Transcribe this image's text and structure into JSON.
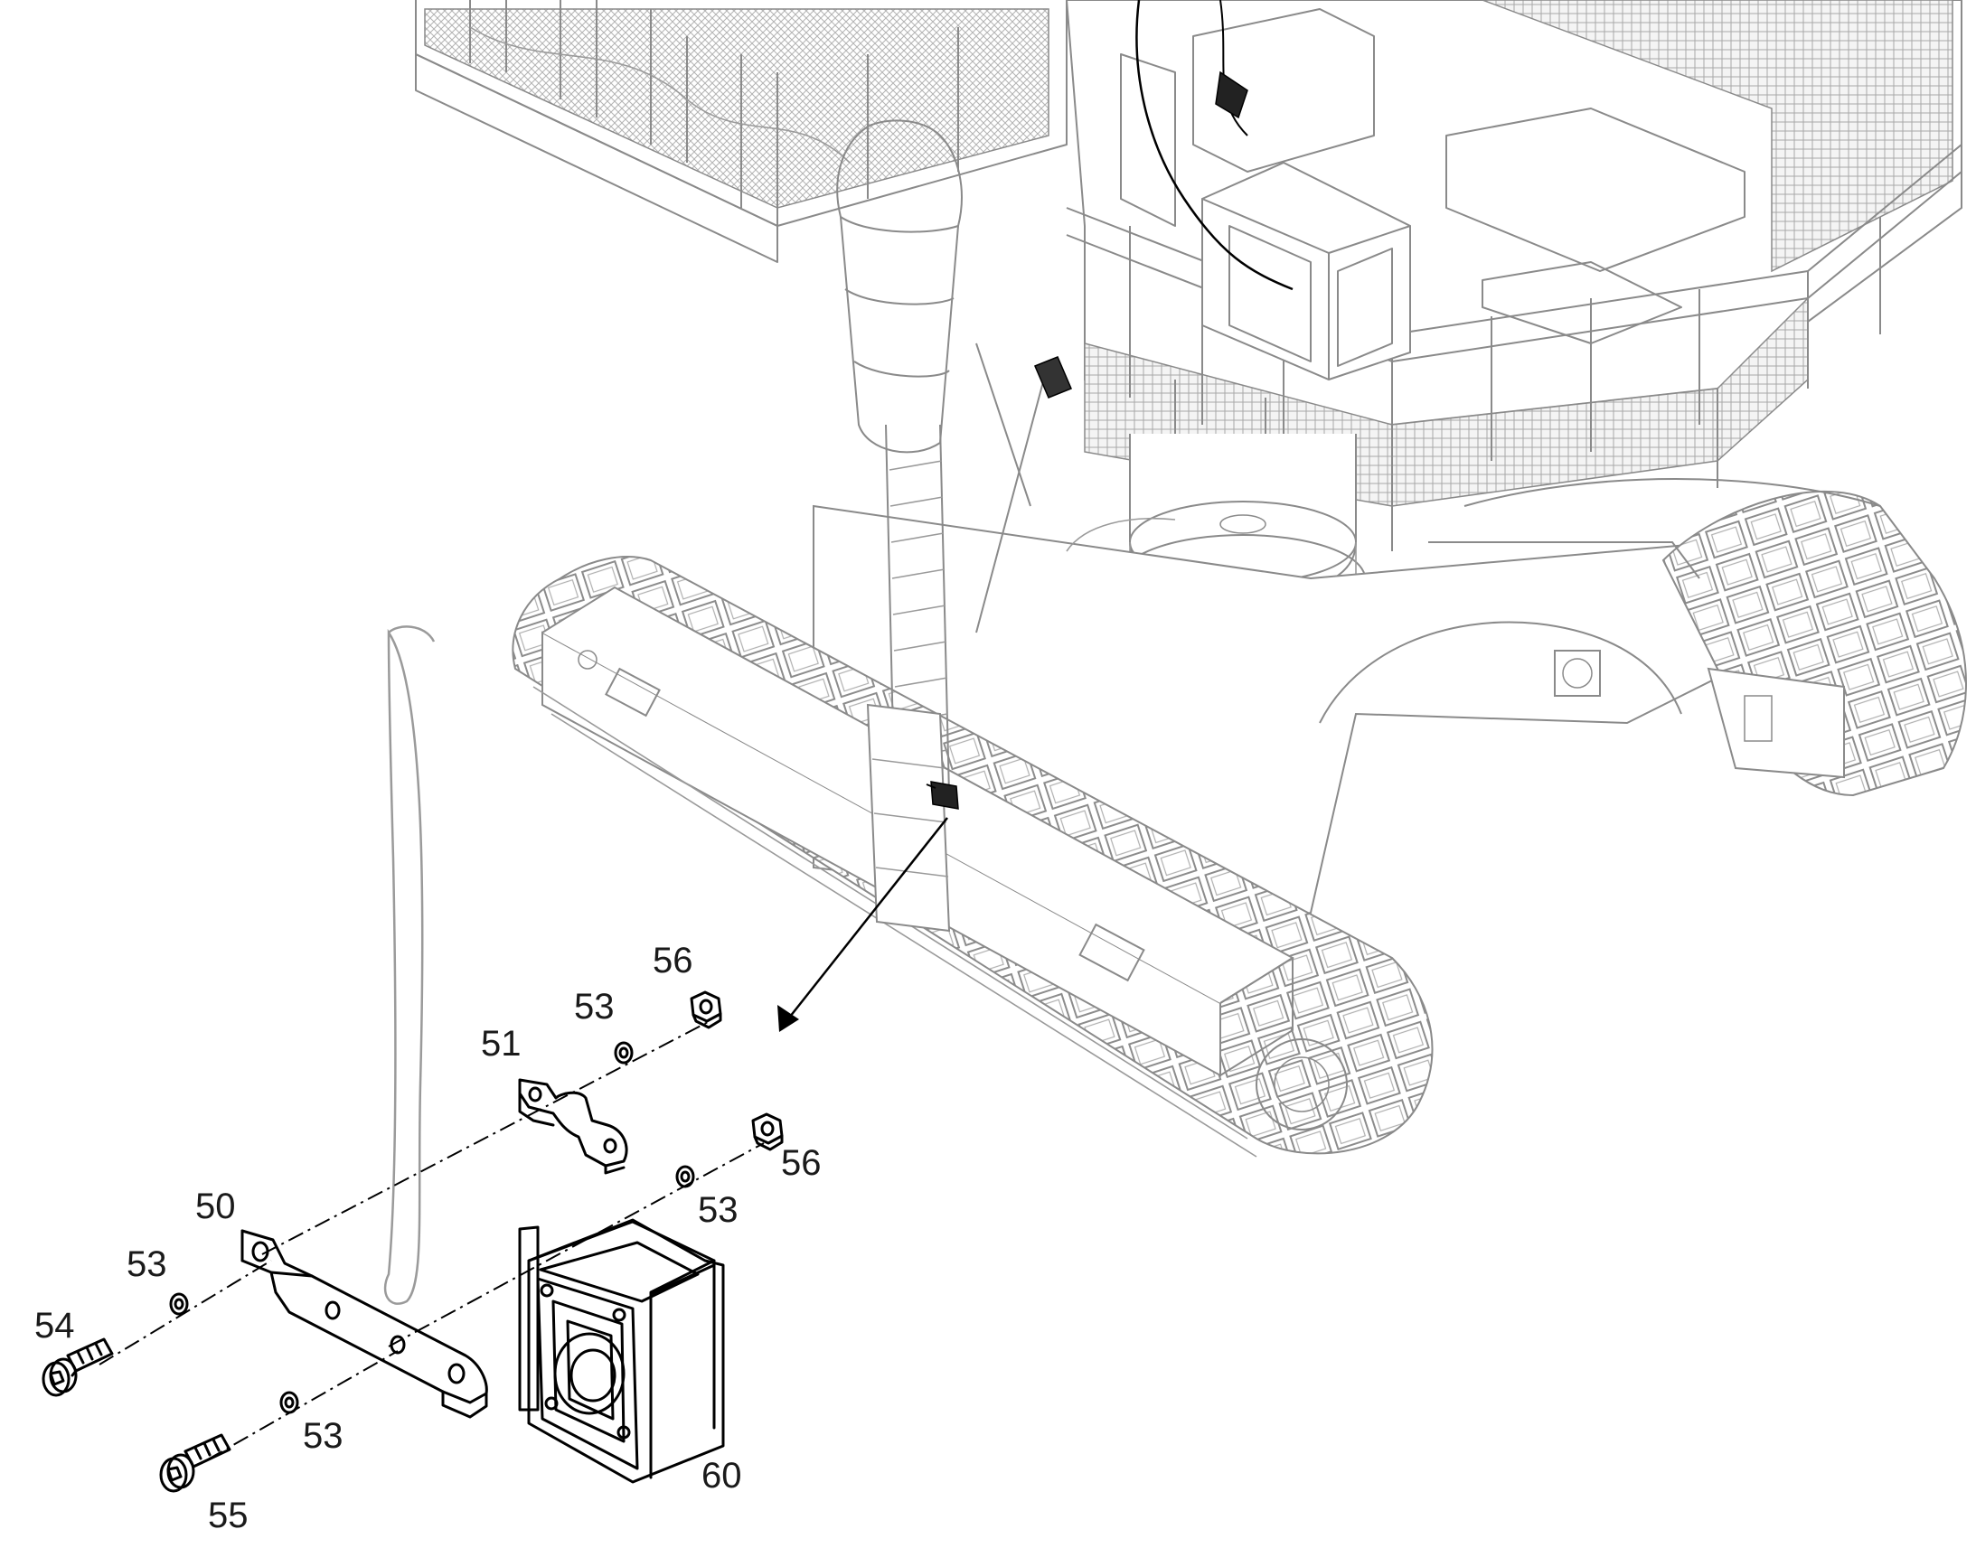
{
  "callouts": {
    "c50": "50",
    "c51": "51",
    "c53a": "53",
    "c53b": "53",
    "c53c": "53",
    "c53d": "53",
    "c54": "54",
    "c55": "55",
    "c56a": "56",
    "c56b": "56",
    "c60": "60"
  }
}
